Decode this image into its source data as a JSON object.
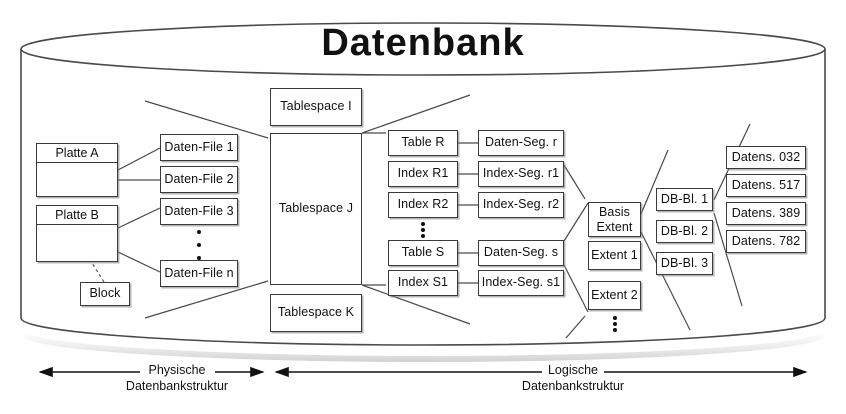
{
  "title": "Datenbank",
  "physical": {
    "disks": [
      {
        "label": "Platte A"
      },
      {
        "label": "Platte B"
      }
    ],
    "block_label": "Block",
    "data_files": [
      "Daten-File 1",
      "Daten-File 2",
      "Daten-File 3",
      "Daten-File n"
    ]
  },
  "tablespaces": [
    "Tablespace I",
    "Tablespace J",
    "Tablespace K"
  ],
  "objects": [
    "Table R",
    "Index R1",
    "Index R2",
    "Table S",
    "Index S1"
  ],
  "segments": [
    "Daten-Seg. r",
    "Index-Seg. r1",
    "Index-Seg. r2",
    "Daten-Seg. s",
    "Index-Seg. s1"
  ],
  "extents": {
    "basis_line1": "Basis",
    "basis_line2": "Extent",
    "items": [
      "Extent 1",
      "Extent 2"
    ]
  },
  "db_blocks": [
    "DB-Bl. 1",
    "DB-Bl. 2",
    "DB-Bl. 3"
  ],
  "records": [
    "Datens. 032",
    "Datens. 517",
    "Datens. 389",
    "Datens. 782"
  ],
  "axes": {
    "physical_line1": "Physische",
    "physical_line2": "Datenbankstruktur",
    "logical_line1": "Logische",
    "logical_line2": "Datenbankstruktur"
  },
  "colors": {
    "stroke": "#3a3a3a",
    "text": "#111111",
    "background": "#ffffff"
  }
}
